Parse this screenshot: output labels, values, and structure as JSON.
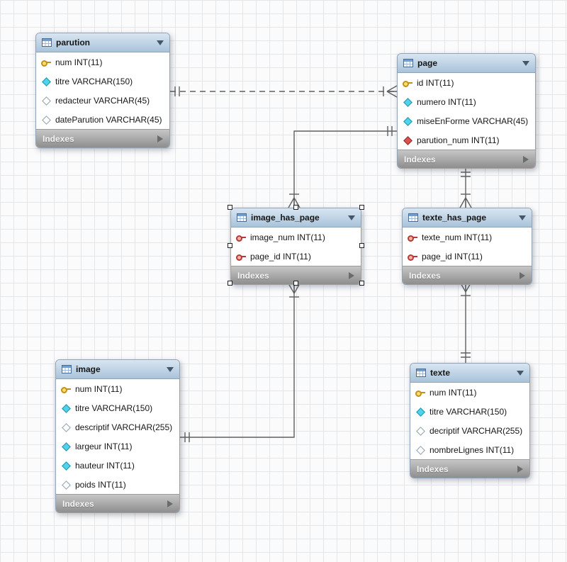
{
  "canvas": {
    "background": "#fbfbfc",
    "grid_color": "#e3e7ea"
  },
  "colors": {
    "table_header": "#b9d0e5",
    "footer_bar": "#9a9a9a",
    "primary_key": "#e8c52a",
    "foreign_key_red": "#cc4444",
    "not_null_blue": "#4fd2ea",
    "connector": "#5f5f5f"
  },
  "tables": [
    {
      "name": "parution",
      "footer_label": "Indexes",
      "fields": [
        {
          "label": "num INT(11)",
          "icon": "key-yellow"
        },
        {
          "label": "titre VARCHAR(150)",
          "icon": "diamond-blue"
        },
        {
          "label": "redacteur VARCHAR(45)",
          "icon": "diamond-white"
        },
        {
          "label": "dateParution VARCHAR(45)",
          "icon": "diamond-white"
        }
      ]
    },
    {
      "name": "page",
      "footer_label": "Indexes",
      "fields": [
        {
          "label": "id INT(11)",
          "icon": "key-yellow"
        },
        {
          "label": "numero INT(11)",
          "icon": "diamond-blue"
        },
        {
          "label": "miseEnForme VARCHAR(45)",
          "icon": "diamond-blue"
        },
        {
          "label": "parution_num INT(11)",
          "icon": "diamond-red"
        }
      ]
    },
    {
      "name": "image_has_page",
      "footer_label": "Indexes",
      "fields": [
        {
          "label": "image_num INT(11)",
          "icon": "key-red"
        },
        {
          "label": "page_id INT(11)",
          "icon": "key-red"
        }
      ]
    },
    {
      "name": "texte_has_page",
      "footer_label": "Indexes",
      "fields": [
        {
          "label": "texte_num INT(11)",
          "icon": "key-red"
        },
        {
          "label": "page_id INT(11)",
          "icon": "key-red"
        }
      ]
    },
    {
      "name": "image",
      "footer_label": "Indexes",
      "fields": [
        {
          "label": "num INT(11)",
          "icon": "key-yellow"
        },
        {
          "label": "titre VARCHAR(150)",
          "icon": "diamond-blue"
        },
        {
          "label": "descriptif VARCHAR(255)",
          "icon": "diamond-white"
        },
        {
          "label": "largeur INT(11)",
          "icon": "diamond-blue"
        },
        {
          "label": "hauteur INT(11)",
          "icon": "diamond-blue"
        },
        {
          "label": "poids INT(11)",
          "icon": "diamond-white"
        }
      ]
    },
    {
      "name": "texte",
      "footer_label": "Indexes",
      "fields": [
        {
          "label": "num INT(11)",
          "icon": "key-yellow"
        },
        {
          "label": "titre VARCHAR(150)",
          "icon": "diamond-blue"
        },
        {
          "label": "decriptif VARCHAR(255)",
          "icon": "diamond-white"
        },
        {
          "label": "nombreLignes INT(11)",
          "icon": "diamond-white"
        }
      ]
    }
  ],
  "relationships": [
    {
      "from": "parution",
      "to": "page",
      "cardinality": "1:n",
      "type": "non-identifying",
      "style": "dashed"
    },
    {
      "from": "page",
      "to": "image_has_page",
      "cardinality": "1:n",
      "type": "identifying",
      "style": "solid"
    },
    {
      "from": "page",
      "to": "texte_has_page",
      "cardinality": "1:n",
      "type": "identifying",
      "style": "solid"
    },
    {
      "from": "image",
      "to": "image_has_page",
      "cardinality": "1:n",
      "type": "identifying",
      "style": "solid"
    },
    {
      "from": "texte",
      "to": "texte_has_page",
      "cardinality": "1:n",
      "type": "identifying",
      "style": "solid"
    }
  ],
  "selection": {
    "selected_table": "image_has_page"
  }
}
